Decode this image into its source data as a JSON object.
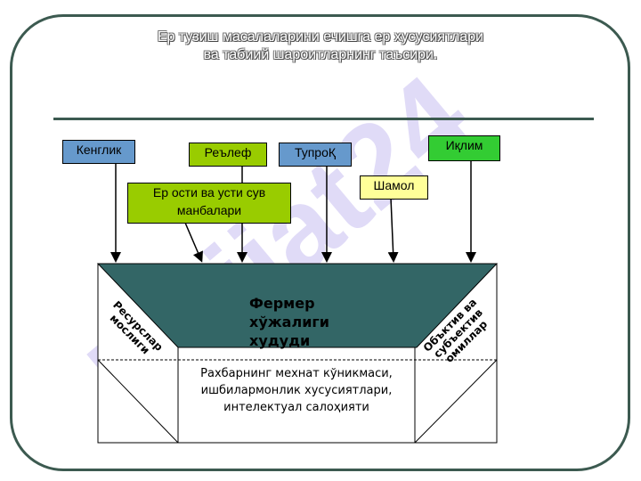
{
  "title": {
    "line1": "Ер тузиш масалаларини ечишга ер хусусиятлари",
    "line2": "ва табиий шароитларнинг таъсири."
  },
  "factors": {
    "kenglik": "Кенглик",
    "relef": "Реълеф",
    "tuproq": "ТупроҚ",
    "iqlim": "Иқлим",
    "shamol": "Шамол",
    "suv": "Ер ости ва усти сув манбалари"
  },
  "diagram": {
    "center": "Фермер хўжалиги худуди",
    "left": "Ресурслар мослиги",
    "right": "Объктив ва субъектив омиллар",
    "bottom": "Рахбарнинг мехнат кўникмаси, ишбилармонлик хусусиятлари, интелектуал салоҳияти"
  },
  "watermark": "Hujjat24",
  "colors": {
    "teal": "#336666",
    "green": "#99cc00",
    "bright_green": "#33cc33",
    "blue": "#6699cc",
    "yellow": "#ffff99"
  }
}
